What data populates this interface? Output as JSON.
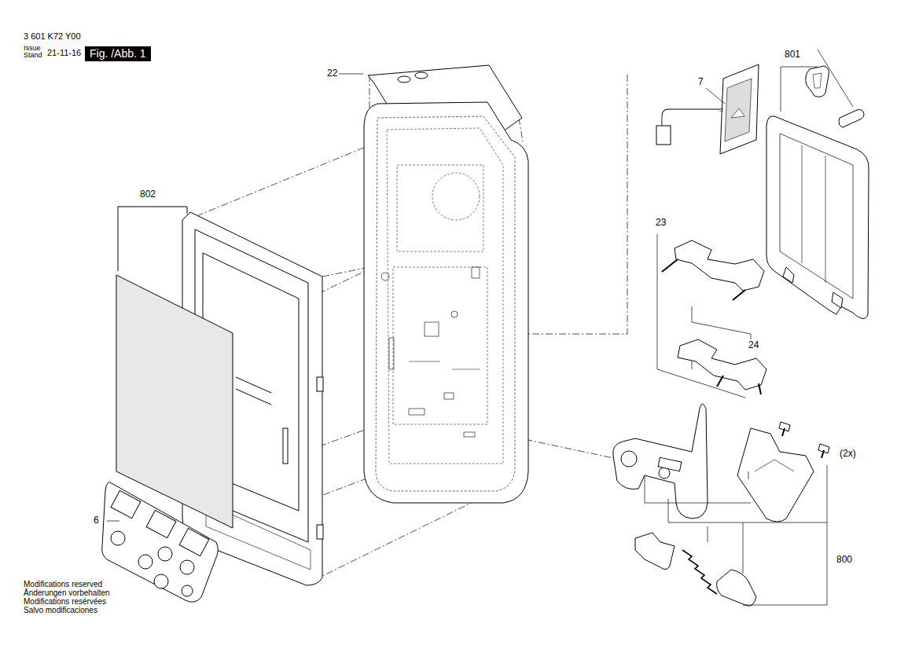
{
  "diagram": {
    "labels": [
      "3 601 K72 Y00",
      "Issue",
      "Stand",
      "21-11-16",
      "Fig. /Abb. 1",
      "22",
      "7",
      "801",
      "802",
      "23",
      "24",
      "6",
      "800",
      "(2x)",
      "Modifications reserved",
      "Änderungen vorbehalten",
      "Modifications resérvées",
      "Salvo modificaciones"
    ]
  }
}
